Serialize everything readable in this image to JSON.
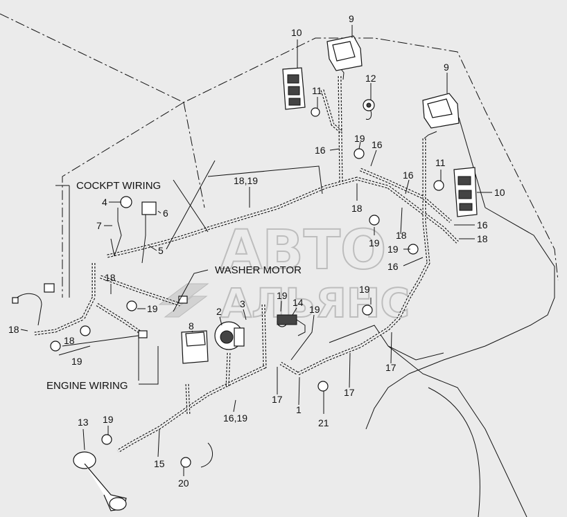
{
  "labels": {
    "cockpit_wiring": "COCKPT WIRING",
    "washer_motor": "WASHER MOTOR",
    "engine_wiring": "ENGINE WIRING"
  },
  "watermark": {
    "line1": "АВТО",
    "line2": "АЛЬЯНС"
  },
  "callouts": [
    "10",
    "9",
    "11",
    "12",
    "9",
    "19",
    "16",
    "16",
    "11",
    "10",
    "16",
    "18,19",
    "18",
    "18",
    "16",
    "19",
    "18",
    "19",
    "16",
    "4",
    "6",
    "7",
    "5",
    "18",
    "19",
    "18",
    "18",
    "19",
    "3",
    "2",
    "19",
    "14",
    "19",
    "8",
    "19",
    "17",
    "17",
    "1",
    "17",
    "21",
    "16,19",
    "15",
    "13",
    "19",
    "20"
  ]
}
